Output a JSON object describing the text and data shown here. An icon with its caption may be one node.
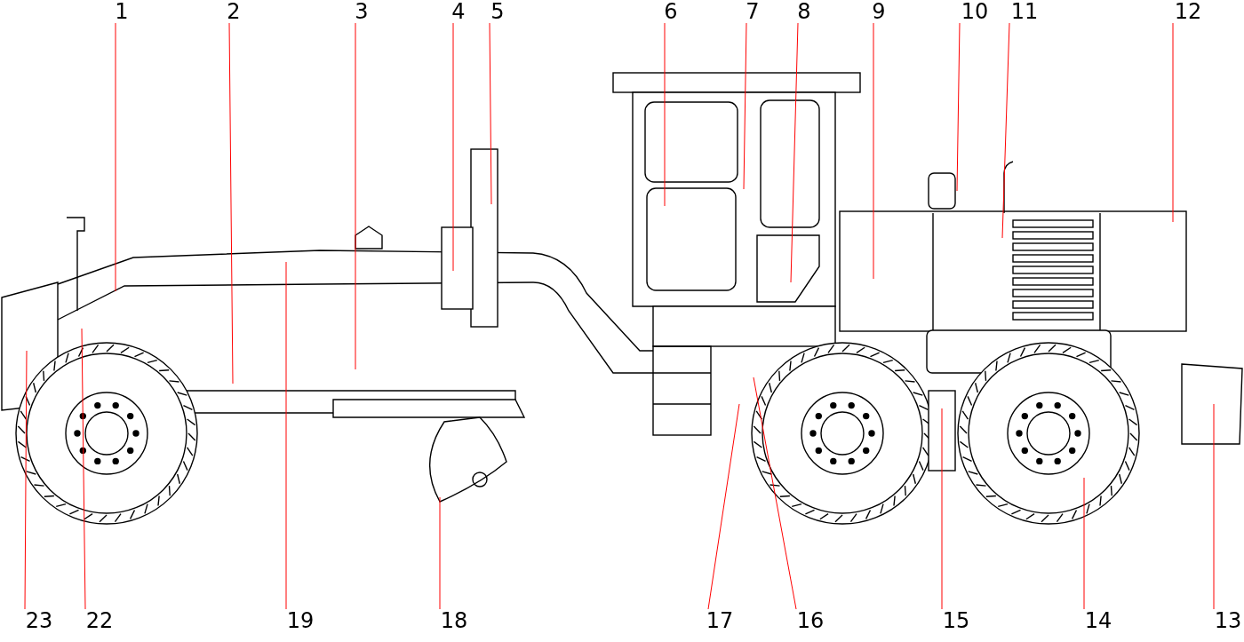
{
  "diagram": {
    "nodes": [
      {
        "text": [
          "1"
        ]
      },
      {
        "text": [
          "2"
        ]
      },
      {
        "text": [
          "3"
        ]
      },
      {
        "text": [
          "4"
        ]
      },
      {
        "text": [
          "5"
        ]
      },
      {
        "text": [
          "6"
        ]
      },
      {
        "text": [
          "7"
        ]
      },
      {
        "text": [
          "8"
        ]
      },
      {
        "text": [
          "9"
        ]
      },
      {
        "text": [
          "10"
        ]
      },
      {
        "text": [
          "11"
        ]
      },
      {
        "text": [
          "12"
        ]
      },
      {
        "text": [
          "23"
        ]
      },
      {
        "text": [
          "22"
        ]
      },
      {
        "text": [
          "19"
        ]
      },
      {
        "text": [
          "18"
        ]
      },
      {
        "text": [
          "17"
        ]
      },
      {
        "text": [
          "16"
        ]
      },
      {
        "text": [
          "15"
        ]
      },
      {
        "text": [
          "14"
        ]
      },
      {
        "text": [
          "13"
        ]
      }
    ],
    "edges": [
      {
        "from": 0,
        "to": null,
        "arrow": "none"
      },
      {
        "from": 1,
        "to": null,
        "arrow": "none"
      },
      {
        "from": 2,
        "to": null,
        "arrow": "none"
      },
      {
        "from": 3,
        "to": null,
        "arrow": "none"
      },
      {
        "from": 4,
        "to": null,
        "arrow": "none"
      },
      {
        "from": 5,
        "to": null,
        "arrow": "none"
      },
      {
        "from": 6,
        "to": null,
        "arrow": "none"
      },
      {
        "from": 7,
        "to": null,
        "arrow": "none"
      },
      {
        "from": 8,
        "to": null,
        "arrow": "none"
      },
      {
        "from": 9,
        "to": null,
        "arrow": "none"
      },
      {
        "from": 10,
        "to": null,
        "arrow": "none"
      },
      {
        "from": 11,
        "to": null,
        "arrow": "none"
      },
      {
        "from": 12,
        "to": null,
        "arrow": "none"
      },
      {
        "from": 13,
        "to": null,
        "arrow": "none"
      },
      {
        "from": 14,
        "to": null,
        "arrow": "none"
      },
      {
        "from": 15,
        "to": null,
        "arrow": "none"
      },
      {
        "from": 16,
        "to": null,
        "arrow": "none"
      },
      {
        "from": 17,
        "to": null,
        "arrow": "none"
      },
      {
        "from": 18,
        "to": null,
        "arrow": "none"
      },
      {
        "from": 19,
        "to": null,
        "arrow": "none"
      },
      {
        "from": 20,
        "to": null,
        "arrow": "none"
      }
    ]
  }
}
